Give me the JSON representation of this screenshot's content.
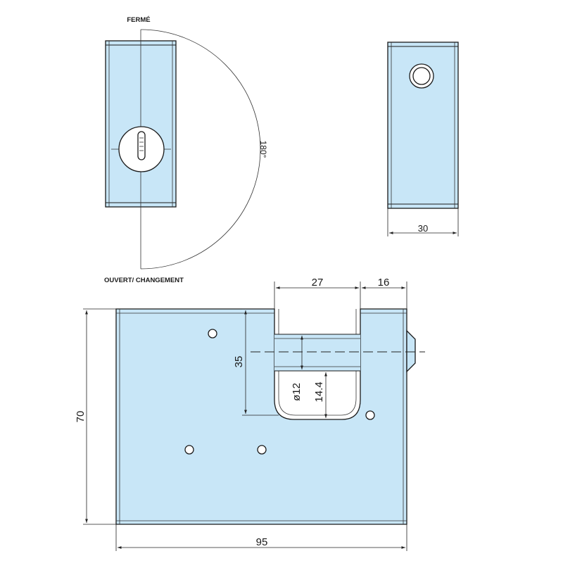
{
  "labels": {
    "closed": "FERMÉ",
    "open": "OUVERT/ CHANGEMENT",
    "rotation": "180°"
  },
  "dimensions": {
    "side_width": "30",
    "shackle_gap": "27",
    "shackle_thickness": "16",
    "shackle_depth": "35",
    "pin_diameter": "ø12",
    "pin_offset": "14.4",
    "height": "70",
    "width": "95"
  },
  "colors": {
    "body": "#c8e6f7",
    "line": "#1a1a1a"
  }
}
